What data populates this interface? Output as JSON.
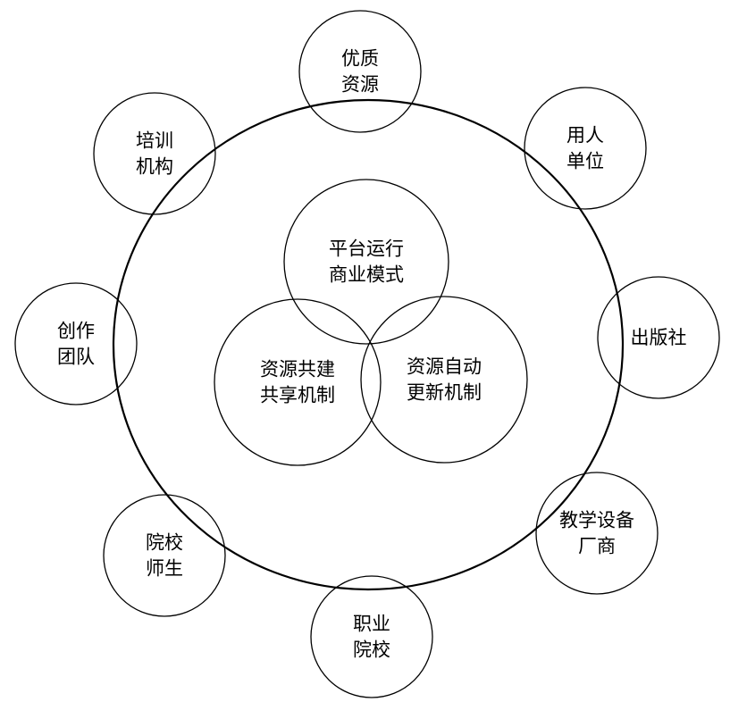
{
  "diagram": {
    "outer_ring_label": "",
    "core": [
      {
        "id": "business-model",
        "lines": [
          "平台运行",
          "商业模式"
        ]
      },
      {
        "id": "co-build-share",
        "lines": [
          "资源共建",
          "共享机制"
        ]
      },
      {
        "id": "auto-update",
        "lines": [
          "资源自动",
          "更新机制"
        ]
      }
    ],
    "participants": [
      {
        "id": "quality-resources",
        "lines": [
          "优质",
          "资源"
        ]
      },
      {
        "id": "employers",
        "lines": [
          "用人",
          "单位"
        ]
      },
      {
        "id": "publishers",
        "lines": [
          "出版社"
        ]
      },
      {
        "id": "equipment-vendors",
        "lines": [
          "教学设备",
          "厂商"
        ]
      },
      {
        "id": "vocational-colleges",
        "lines": [
          "职业",
          "院校"
        ]
      },
      {
        "id": "teachers-students",
        "lines": [
          "院校",
          "师生"
        ]
      },
      {
        "id": "creative-team",
        "lines": [
          "创作",
          "团队"
        ]
      },
      {
        "id": "training-institutions",
        "lines": [
          "培训",
          "机构"
        ]
      }
    ]
  }
}
